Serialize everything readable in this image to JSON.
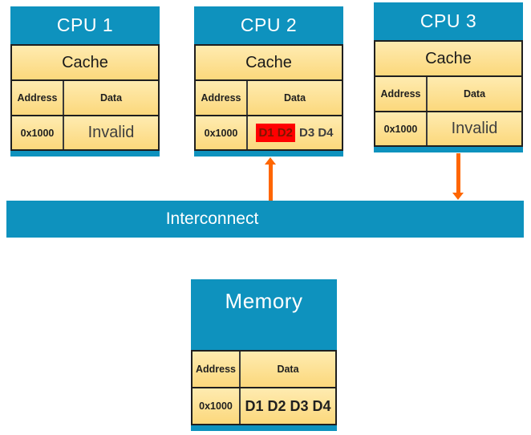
{
  "colors": {
    "blue": "#0E92BE",
    "cell_top": "#FEEBB0",
    "cell_bottom": "#FCD87C",
    "orange": "#FF6600",
    "highlight_red": "#FF0000",
    "highlight_text": "#7F1500"
  },
  "cpus": [
    {
      "title": "CPU 1",
      "cache_label": "Cache",
      "address_header": "Address",
      "data_header": "Data",
      "address_value": "0x1000",
      "data_value": "Invalid"
    },
    {
      "title": "CPU 2",
      "cache_label": "Cache",
      "address_header": "Address",
      "data_header": "Data",
      "address_value": "0x1000",
      "data_highlighted": "D1 D2",
      "data_value": "D3 D4"
    },
    {
      "title": "CPU 3",
      "cache_label": "Cache",
      "address_header": "Address",
      "data_header": "Data",
      "address_value": "0x1000",
      "data_value": "Invalid"
    }
  ],
  "interconnect": {
    "label": "Interconnect"
  },
  "memory": {
    "title": "Memory",
    "address_header": "Address",
    "data_header": "Data",
    "address_value": "0x1000",
    "data_value": "D1 D2 D3 D4"
  },
  "connectors": [
    {
      "name": "cpu2-interconnect-arrow",
      "direction": "up"
    },
    {
      "name": "cpu3-interconnect-arrow",
      "direction": "down"
    }
  ]
}
